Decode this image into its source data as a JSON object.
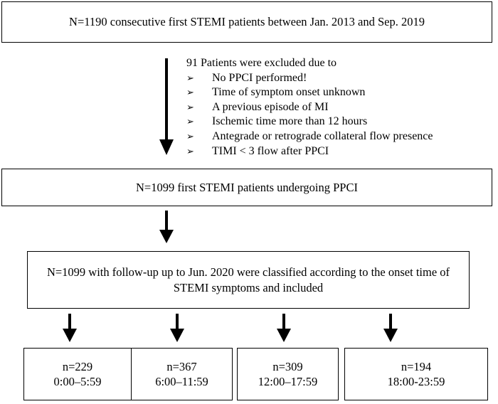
{
  "flow": {
    "top_box": "N=1190 consecutive first STEMI patients between Jan. 2013 and Sep. 2019",
    "exclusion": {
      "title": "91 Patients were excluded due to",
      "bullet_glyph": "➢",
      "items": [
        "No PPCI performed!",
        "Time of symptom onset unknown",
        "A previous episode of MI",
        "Ischemic time more than 12 hours",
        "Antegrade or retrograde collateral flow presence",
        "TIMI < 3 flow after PPCI"
      ]
    },
    "middle_box": "N=1099 first STEMI patients undergoing PPCI",
    "classification_box": "N=1099 with follow-up up to Jun. 2020 were classified according to the onset time of STEMI symptoms and included",
    "outcome_boxes": [
      {
        "count": "n=229",
        "time": "0:00–5:59"
      },
      {
        "count": "n=367",
        "time": "6:00–11:59"
      },
      {
        "count": "n=309",
        "time": "12:00–17:59"
      },
      {
        "count": "n=194",
        "time": "18:00-23:59"
      }
    ]
  }
}
